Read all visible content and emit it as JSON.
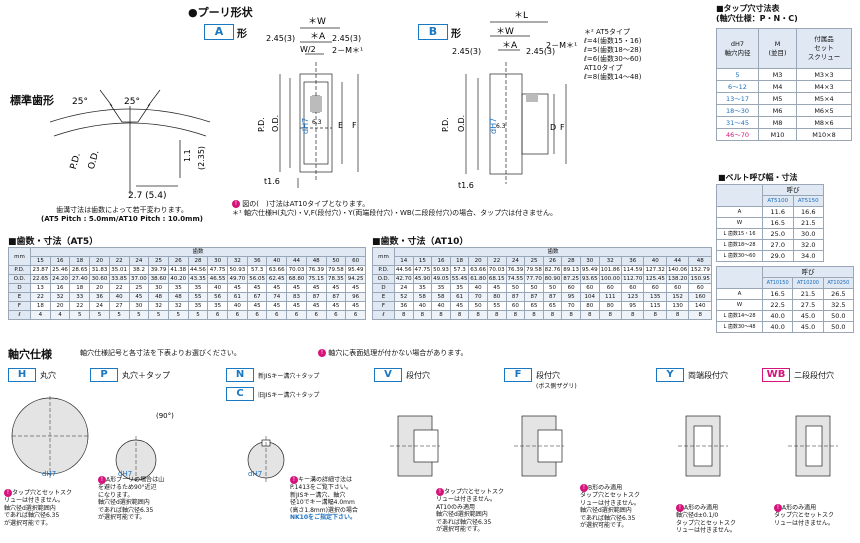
{
  "pulley": {
    "title": "●プーリ形状",
    "type_a_box": "A",
    "type_a_label": "形",
    "type_b_box": "B",
    "type_b_label": "形",
    "dims": {
      "w": "＊W",
      "l": "＊L",
      "a": "＊A",
      "w2": "W/2",
      "m": "2－M＊¹",
      "v245": "2.45(3)",
      "pd": "P.D.",
      "od": "O.D.",
      "e": "E",
      "f": "F",
      "d": "D",
      "dh7": "dH7",
      "t16": "t1.6",
      "r63": "6.3"
    },
    "at_notes": [
      "＊² AT5タイプ",
      "ℓ=4(歯数15・16)",
      "ℓ=5(歯数18～28)",
      "ℓ=6(歯数30～60)",
      "AT10タイプ",
      "ℓ=8(歯数14～48)"
    ],
    "note1": "図の(　)寸法はAT10タイプとなります。",
    "note2": "＊¹ 軸穴仕様H(丸穴)・V,F(段付穴)・Y(両端段付穴)・WB(二段段付穴)の場合、タップ穴は付きません。"
  },
  "tooth": {
    "title": "標準歯形",
    "angle1": "25°",
    "angle2": "25°",
    "od": "O.D.",
    "pd": "P.D.",
    "h1": "1.1",
    "h2": "(2.35)",
    "w": "2.7 (5.4)",
    "note": [
      "歯溝寸法は歯数によって若干変わります。",
      "(AT5 Pitch : 5.0mm/AT10 Pitch : 10.0mm)"
    ]
  },
  "tap_table": {
    "title1": "■タップ穴寸法表",
    "title2": "(軸穴仕様：P・N・C)",
    "headers": [
      "dH7\n軸穴内径",
      "M\n(並目)",
      "付属品\nセット\nスクリュー"
    ],
    "rows": [
      [
        "5",
        "M3",
        "M3×3"
      ],
      [
        "6～12",
        "M4",
        "M4×3"
      ],
      [
        "13～17",
        "M5",
        "M5×4"
      ],
      [
        "18～30",
        "M6",
        "M6×5"
      ],
      [
        "31～45",
        "M8",
        "M8×6"
      ],
      [
        "46～70",
        "M10",
        "M10×8"
      ]
    ]
  },
  "belt_table": {
    "title": "■ベルト呼び幅・寸法",
    "t1_header": "呼び",
    "t1_cols": [
      "AT5100",
      "AT5150"
    ],
    "t1_rows": [
      [
        "A",
        "11.6",
        "16.6"
      ],
      [
        "W",
        "16.5",
        "21.5"
      ],
      [
        "L 歯数15・16",
        "25.0",
        "30.0"
      ],
      [
        "L 歯数18～28",
        "27.0",
        "32.0"
      ],
      [
        "L 歯数30～60",
        "29.0",
        "34.0"
      ]
    ],
    "t2_header": "呼び",
    "t2_cols": [
      "AT10150",
      "AT10200",
      "AT10250"
    ],
    "t2_rows": [
      [
        "A",
        "16.5",
        "21.5",
        "26.5"
      ],
      [
        "W",
        "22.5",
        "27.5",
        "32.5"
      ],
      [
        "L 歯数14～28",
        "40.0",
        "45.0",
        "50.0"
      ],
      [
        "L 歯数30～48",
        "40.0",
        "45.0",
        "50.0"
      ]
    ]
  },
  "at5": {
    "title": "■歯数・寸法（AT5）",
    "mm": "mm",
    "teeth_label": "歯数",
    "teeth": [
      "15",
      "16",
      "18",
      "20",
      "22",
      "24",
      "25",
      "26",
      "28",
      "30",
      "32",
      "36",
      "40",
      "44",
      "48",
      "50",
      "60"
    ],
    "rows": [
      [
        "P.D.",
        "23.87",
        "25.46",
        "28.65",
        "31.83",
        "35.01",
        "38.2",
        "39.79",
        "41.38",
        "44.56",
        "47.75",
        "50.93",
        "57.3",
        "63.66",
        "70.03",
        "76.39",
        "79.58",
        "95.49"
      ],
      [
        "O.D.",
        "22.65",
        "24.20",
        "27.40",
        "30.60",
        "33.85",
        "37.00",
        "38.60",
        "40.20",
        "43.35",
        "46.55",
        "49.70",
        "56.05",
        "62.45",
        "68.80",
        "75.15",
        "78.35",
        "94.25"
      ],
      [
        "D",
        "13",
        "16",
        "18",
        "20",
        "22",
        "25",
        "30",
        "35",
        "35",
        "40",
        "45",
        "45",
        "45",
        "45",
        "45",
        "45",
        "45"
      ],
      [
        "E",
        "22",
        "32",
        "33",
        "36",
        "40",
        "45",
        "48",
        "48",
        "55",
        "56",
        "61",
        "67",
        "74",
        "83",
        "87",
        "87",
        "96"
      ],
      [
        "F",
        "18",
        "20",
        "22",
        "24",
        "27",
        "30",
        "32",
        "32",
        "35",
        "35",
        "40",
        "45",
        "45",
        "45",
        "45",
        "45",
        "45"
      ],
      [
        "ℓ",
        "4",
        "4",
        "5",
        "5",
        "5",
        "5",
        "5",
        "5",
        "5",
        "6",
        "6",
        "6",
        "6",
        "6",
        "6",
        "6",
        "6"
      ]
    ]
  },
  "at10": {
    "title": "■歯数・寸法（AT10）",
    "mm": "mm",
    "teeth_label": "歯数",
    "teeth": [
      "14",
      "15",
      "16",
      "18",
      "20",
      "22",
      "24",
      "25",
      "26",
      "28",
      "30",
      "32",
      "36",
      "40",
      "44",
      "48"
    ],
    "rows": [
      [
        "P.D.",
        "44.56",
        "47.75",
        "50.93",
        "57.3",
        "63.66",
        "70.03",
        "76.39",
        "79.58",
        "82.76",
        "89.13",
        "95.49",
        "101.86",
        "114.59",
        "127.32",
        "140.06",
        "152.79"
      ],
      [
        "O.D.",
        "42.70",
        "45.90",
        "49.05",
        "55.45",
        "61.80",
        "68.15",
        "74.55",
        "77.70",
        "80.90",
        "87.25",
        "93.65",
        "100.00",
        "112.70",
        "125.45",
        "138.20",
        "150.95"
      ],
      [
        "D",
        "24",
        "35",
        "35",
        "35",
        "40",
        "45",
        "50",
        "50",
        "50",
        "60",
        "60",
        "60",
        "60",
        "60",
        "60",
        "60"
      ],
      [
        "E",
        "52",
        "58",
        "58",
        "61",
        "70",
        "80",
        "87",
        "87",
        "87",
        "95",
        "104",
        "111",
        "123",
        "135",
        "152",
        "160"
      ],
      [
        "F",
        "36",
        "40",
        "40",
        "45",
        "50",
        "55",
        "60",
        "65",
        "65",
        "70",
        "80",
        "80",
        "95",
        "115",
        "130",
        "140"
      ],
      [
        "ℓ",
        "8",
        "8",
        "8",
        "8",
        "8",
        "8",
        "8",
        "8",
        "8",
        "8",
        "8",
        "8",
        "8",
        "8",
        "8",
        "8"
      ]
    ]
  },
  "shaft": {
    "title": "軸穴仕様",
    "subtitle": "軸穴仕様記号と各寸法を下表よりお選びください。",
    "surface_note": "軸穴に表面処理が付かない場合があります。",
    "specs": [
      {
        "code": "H",
        "label": "丸穴"
      },
      {
        "code": "P",
        "label": "丸穴＋タップ"
      },
      {
        "code": "N",
        "label": "新JISキー溝穴＋タップ"
      },
      {
        "code": "C",
        "label": "旧JISキー溝穴＋タップ"
      },
      {
        "code": "V",
        "label": "段付穴"
      },
      {
        "code": "F",
        "label": "段付穴"
      },
      {
        "code": "Y",
        "label": "両端段付穴"
      },
      {
        "code": "WB",
        "label": "二段段付穴"
      }
    ],
    "f_sub": "(ボス側ザグリ)",
    "angle90": "(90°)",
    "dh7": "dH7",
    "notes": {
      "h": [
        "タップ穴とセットスク",
        "リューは付きません。",
        "軸穴径d選択範囲内",
        "であれば軸穴径6.35",
        "が選択可能です。"
      ],
      "p": [
        "A形プーリの場合は山",
        "を避けるため90°近辺",
        "になります。",
        "軸穴径d選択範囲内",
        "であれば軸穴径6.35",
        "が選択可能です。"
      ],
      "n": [
        "キー溝の詳細寸法は",
        "P.1413をご覧下さい。",
        "新JISキー溝穴、軸穴",
        "径10でキー溝幅4.0mm",
        "(高さ1.8mm)選択の場合",
        "NK10をご指定下さい。"
      ],
      "v": [
        "タップ穴とセットスク",
        "リューは付きません。",
        "AT10のみ適用",
        "軸穴径d選択範囲内",
        "であれば軸穴径6.35",
        "が選択可能です。"
      ],
      "f": [
        "B形のみ適用",
        "タップ穴とセットスク",
        "リューは付きません。",
        "軸穴径d選択範囲内",
        "であれば軸穴径6.35",
        "が選択可能です。"
      ],
      "y": [
        "A形のみ適用",
        "軸穴径d±0.1/0",
        "タップ穴とセットスク",
        "リューは付きません。"
      ],
      "wb": [
        "A形のみ適用",
        "タップ穴とセットスク",
        "リューは付きません。"
      ]
    }
  }
}
